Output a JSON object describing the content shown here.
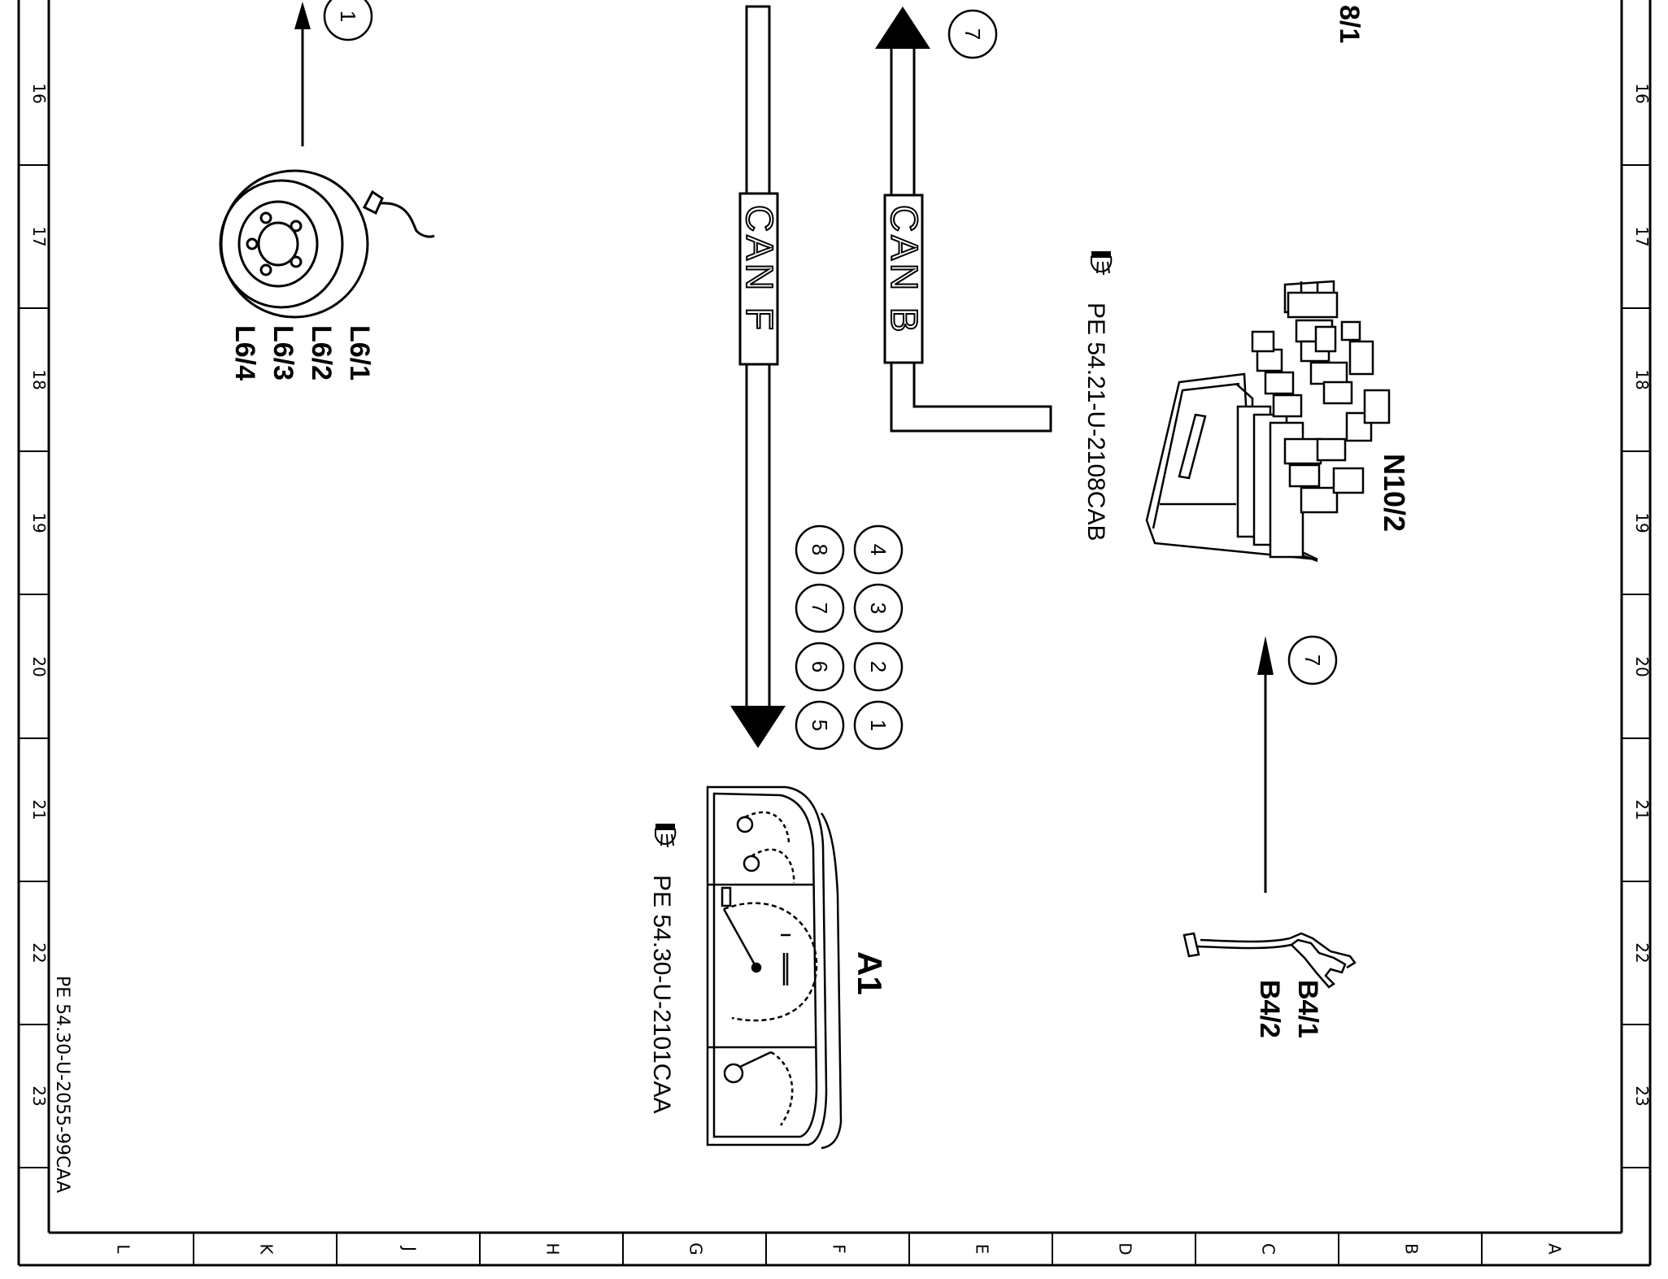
{
  "border": {
    "row_numbers": [
      "16",
      "17",
      "18",
      "19",
      "20",
      "21",
      "22",
      "23"
    ],
    "column_letters": [
      "L",
      "K",
      "J",
      "H",
      "G",
      "F",
      "E",
      "D",
      "C",
      "B",
      "A"
    ],
    "top_fragment": "8/1"
  },
  "document_id": "PE 54.30-U-2055-99CAA",
  "components": {
    "wheel_sensor": {
      "labels": [
        "L6/1",
        "L6/2",
        "L6/3",
        "L6/4"
      ],
      "callout": "1"
    },
    "instrument_cluster": {
      "label": "A1",
      "reference": "PE 54.30-U-2101CAA"
    },
    "module_n10_2": {
      "label": "N10/2",
      "reference": "PE 54.21-U-2108CAB"
    },
    "fuel_sender": {
      "labels": [
        "B4/1",
        "B4/2"
      ],
      "callout": "7"
    }
  },
  "buses": {
    "can_f": {
      "label": "CAN F"
    },
    "can_b": {
      "label": "CAN B",
      "callout": "7"
    }
  },
  "connector_callouts": {
    "row_a": [
      "4",
      "3",
      "2",
      "1"
    ],
    "row_b": [
      "8",
      "7",
      "6",
      "5"
    ]
  }
}
